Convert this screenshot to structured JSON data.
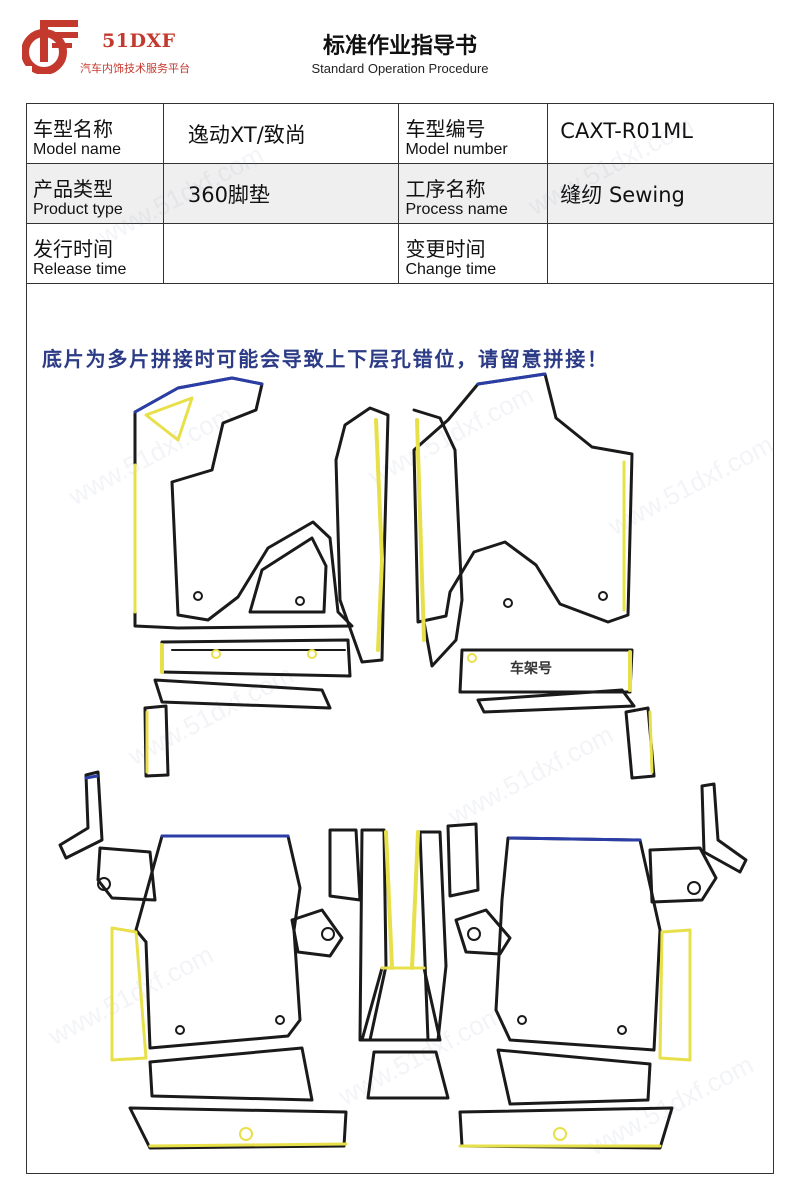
{
  "header": {
    "logo_text": "51DXF",
    "logo_subtitle": "汽车内饰技术服务平台",
    "title": "标准作业指导书",
    "subtitle": "Standard Operation Procedure"
  },
  "info_table": {
    "model_name_cn": "车型名称",
    "model_name_en": "Model name",
    "model_name_value": "逸动XT/致尚",
    "model_number_cn": "车型编号",
    "model_number_en": "Model number",
    "model_number_value": "CAXT-R01ML",
    "product_type_cn": "产品类型",
    "product_type_en": "Product type",
    "product_type_value": "360脚垫",
    "process_name_cn": "工序名称",
    "process_name_en": "Process name",
    "process_name_value": "缝纫 Sewing",
    "release_time_cn": "发行时间",
    "release_time_en": "Release time",
    "release_time_value": "",
    "change_time_cn": "变更时间",
    "change_time_en": "Change time",
    "change_time_value": ""
  },
  "drawing": {
    "notice": "底片为多片拼接时可能会导致上下层孔错位，请留意拼接！",
    "vin_label": "车架号"
  },
  "watermark": "www.51dxf.com",
  "colors": {
    "brand_red": "#c4392e",
    "outline_black": "#1a1a1a",
    "edge_blue": "#2b3ea8",
    "edge_yellow": "#e8e04a",
    "notice_blue": "#2c3b86",
    "shaded_row": "#efefef"
  }
}
